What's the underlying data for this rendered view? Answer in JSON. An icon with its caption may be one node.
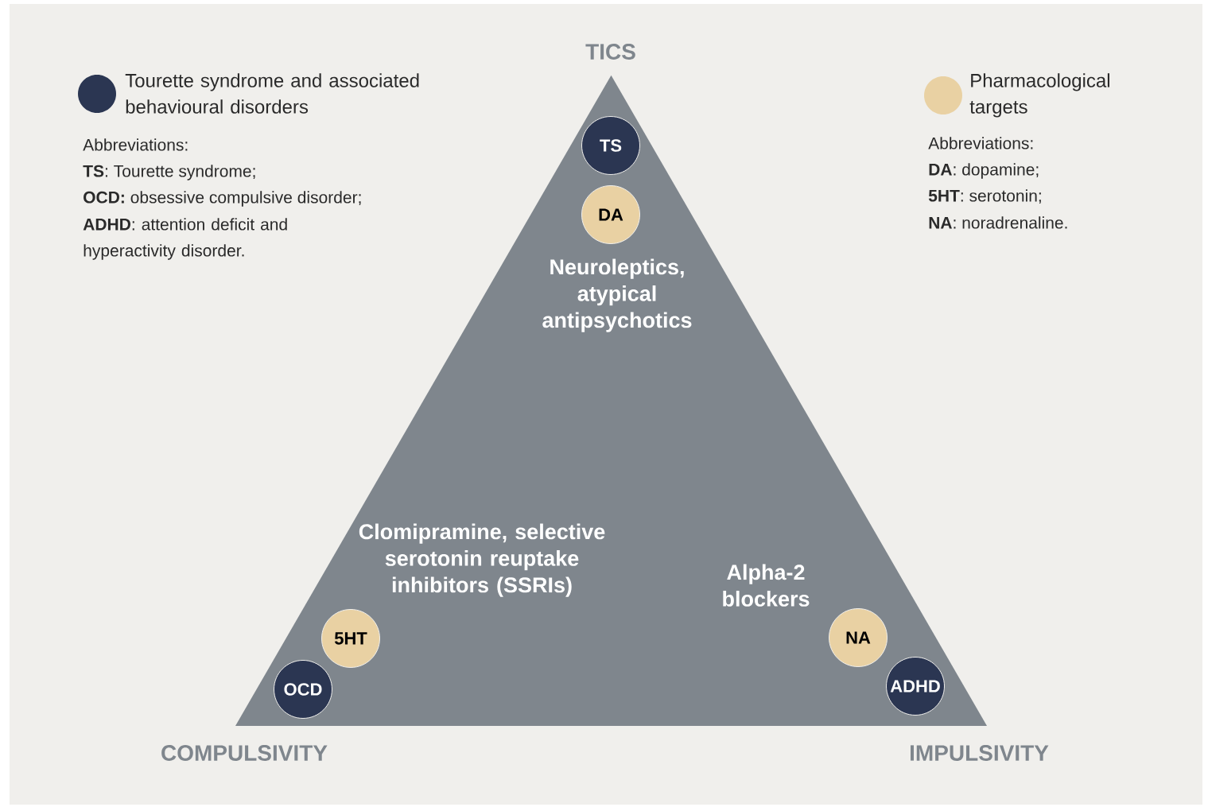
{
  "diagram": {
    "nodes": [
      {
        "text": [
          "Neuroleptics, atypical antipsychotics",
          "Clomipramine, selective serotonin reuptake inhibitors (SSRIs)",
          "Alpha-2 blockers"
        ]
      },
      {
        "text": [
          "TS"
        ],
        "in": 0
      },
      {
        "text": [
          "DA"
        ],
        "in": 0
      },
      {
        "text": [
          "5HT"
        ],
        "in": 0
      },
      {
        "text": [
          "OCD"
        ],
        "in": 0
      },
      {
        "text": [
          "NA"
        ],
        "in": 0
      },
      {
        "text": [
          "ADHD"
        ],
        "in": 0
      }
    ],
    "labels": [
      "TICS",
      "Abbreviations:",
      "**TS**: Tourette syndrome;",
      "**OCD:** obsessive compulsive disorder;",
      "**ADHD**: attention deficit and hyperactivity disorder.",
      "Abbreviations:",
      "**DA**: dopamine;",
      "**5HT**: serotonin;",
      "**NA**: noradrenaline.",
      "COMPULSIVITY",
      "IMPULSIVITY"
    ],
    "legend": [
      {
        "text": "Tourette syndrome and associated behavioural disorders",
        "color": "#2b3652"
      },
      {
        "text": "Pharmacological targets",
        "color": "#e9d1a3"
      }
    ]
  }
}
